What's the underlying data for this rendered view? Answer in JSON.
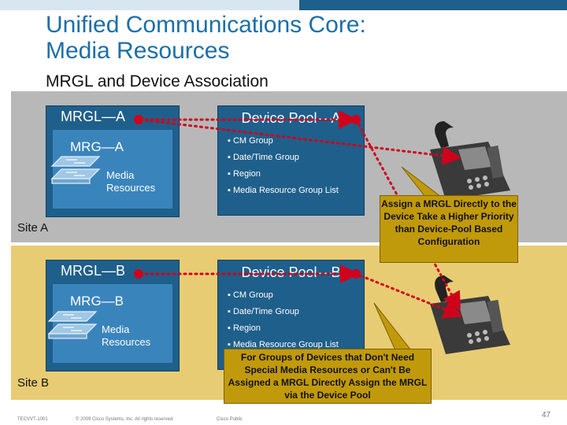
{
  "slide": {
    "title_line1": "Unified Communications Core:",
    "title_line2": "Media Resources",
    "subtitle": "MRGL and Device Association",
    "page_number": "47"
  },
  "site_a": {
    "label": "Site A",
    "mrgl_title": "MRGL—A",
    "mrg_title": "MRG—A",
    "media_label_1": "Media",
    "media_label_2": "Resources",
    "pool_title": "Device Pool—A",
    "pool_items": [
      "CM Group",
      "Date/Time Group",
      "Region",
      "Media Resource Group List"
    ],
    "callout": "Assign a MRGL Directly to the Device Take a Higher Priority than Device-Pool Based Configuration"
  },
  "site_b": {
    "label": "Site B",
    "mrgl_title": "MRGL—B",
    "mrg_title": "MRG—B",
    "media_label_1": "Media",
    "media_label_2": "Resources",
    "pool_title": "Device Pool—B",
    "pool_items": [
      "CM Group",
      "Date/Time Group",
      "Region",
      "Media Resource Group List"
    ],
    "callout": "For Groups of Devices that Don't Need Special Media Resources or Can't Be Assigned a MRGL Directly Assign the MRGL via the Device Pool"
  },
  "footer": {
    "code": "TECVVT-1001",
    "copyright": "© 2009 Cisco Systems, Inc. All rights reserved.",
    "classification": "Cisco Public"
  },
  "colors": {
    "accent": "#1c6fa8",
    "box": "#1f5f8b",
    "inner_box": "#3a84bc",
    "site_a_bg": "#b8b8b8",
    "site_b_bg": "#e8cc73",
    "callout": "#c19a0b",
    "link": "#d0021b"
  }
}
